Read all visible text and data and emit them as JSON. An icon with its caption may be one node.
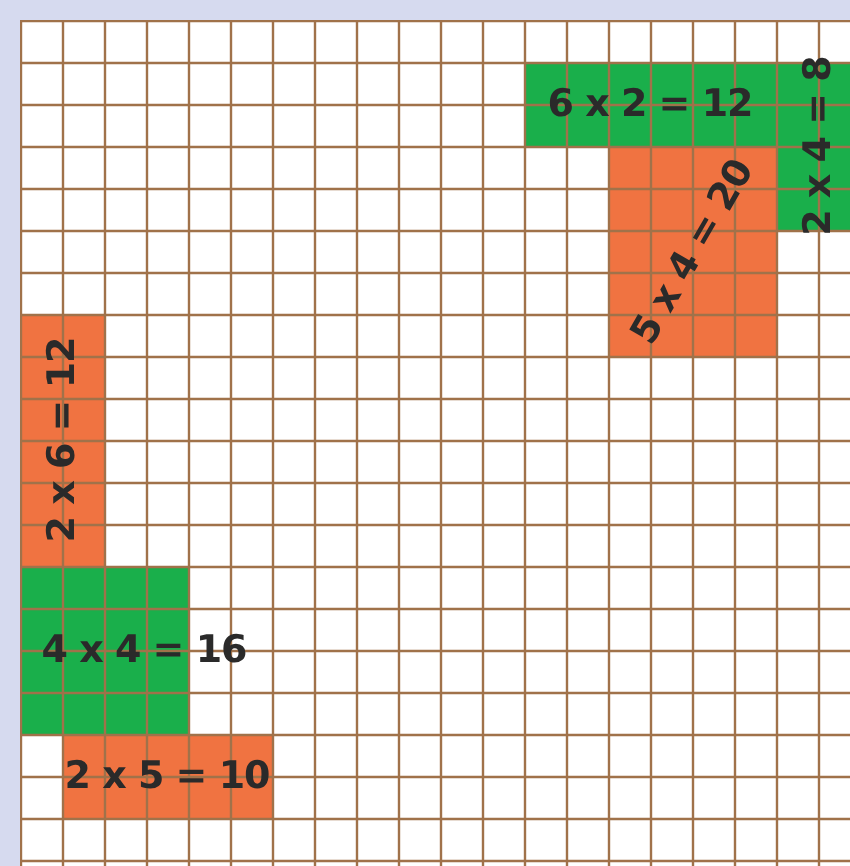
{
  "diagram": {
    "nodes": [
      {
        "text": [
          "6 x 2 = 12"
        ]
      },
      {
        "text": [
          "2 x 4 = 8"
        ]
      },
      {
        "text": [
          "5 x 4 = 20"
        ]
      },
      {
        "text": [
          "2 x 6 = 12"
        ]
      },
      {
        "text": [
          "4 x 4 = 16"
        ]
      },
      {
        "text": [
          "2 x 5 = 10"
        ]
      }
    ]
  }
}
